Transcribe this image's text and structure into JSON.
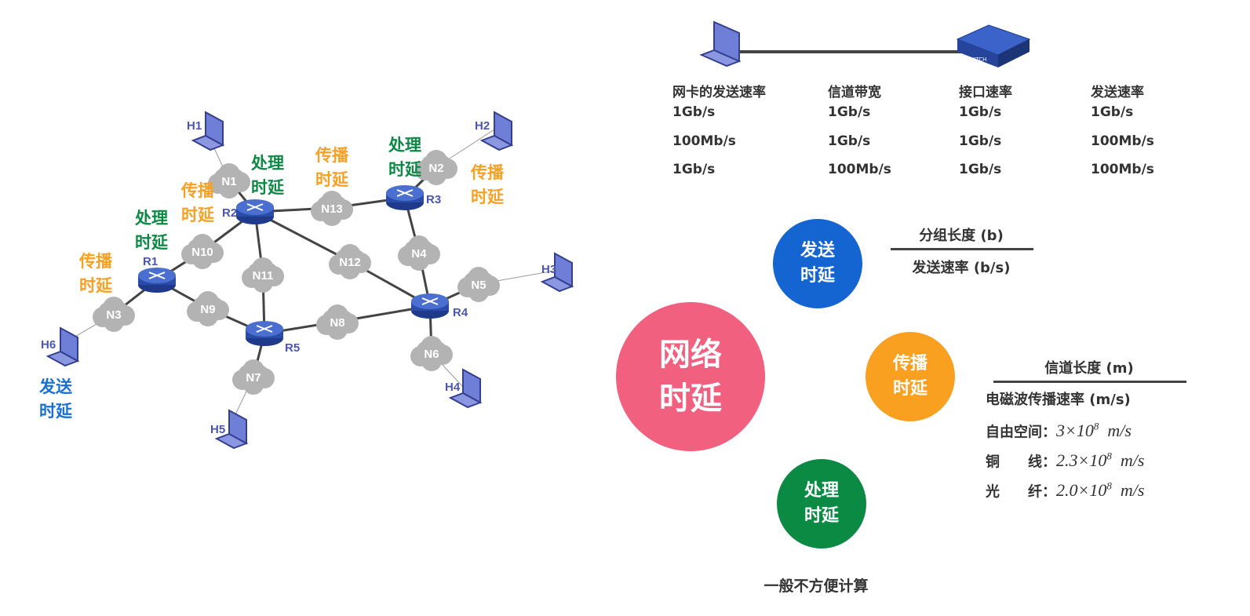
{
  "network": {
    "routers": [
      "R1",
      "R2",
      "R3",
      "R4",
      "R5"
    ],
    "networks": [
      "N1",
      "N2",
      "N3",
      "N4",
      "N5",
      "N6",
      "N7",
      "N8",
      "N9",
      "N10",
      "N11",
      "N12",
      "N13"
    ],
    "hosts": [
      "H1",
      "H2",
      "H3",
      "H4",
      "H5",
      "H6"
    ],
    "processing_delay": "处理时延",
    "propagation_delay": "传播时延",
    "transmission_delay": "发送时延"
  },
  "rate_table": {
    "headers": [
      "网卡的发送速率",
      "信道带宽",
      "接口速率",
      "发送速率"
    ],
    "rows": [
      [
        "1Gb/s",
        "1Gb/s",
        "1Gb/s",
        "1Gb/s"
      ],
      [
        "100Mb/s",
        "1Gb/s",
        "1Gb/s",
        "100Mb/s"
      ],
      [
        "1Gb/s",
        "100Mb/s",
        "1Gb/s",
        "100Mb/s"
      ]
    ],
    "switch_label": "SWITCH"
  },
  "concepts": {
    "network_delay": [
      "网络",
      "时延"
    ],
    "transmission": {
      "label": [
        "发送",
        "时延"
      ],
      "numerator": "分组长度 (b)",
      "denominator": "发送速率 (b/s)",
      "color": "#1464d2"
    },
    "propagation": {
      "label": [
        "传播",
        "时延"
      ],
      "numerator": "信道长度 (m)",
      "denominator": "电磁波传播速率 (m/s)",
      "color": "#f9a021"
    },
    "processing": {
      "label": [
        "处理",
        "时延"
      ],
      "note": "一般不方便计算",
      "color": "#0b8a43"
    },
    "network_color": "#f2607f",
    "speeds": [
      {
        "medium": "自由空间：",
        "mantissa": "3",
        "exp": "8",
        "unit": "m/s"
      },
      {
        "medium": "铜　　线：",
        "mantissa": "2.3",
        "exp": "8",
        "unit": "m/s"
      },
      {
        "medium": "光　　纤：",
        "mantissa": "2.0",
        "exp": "8",
        "unit": "m/s"
      }
    ]
  }
}
